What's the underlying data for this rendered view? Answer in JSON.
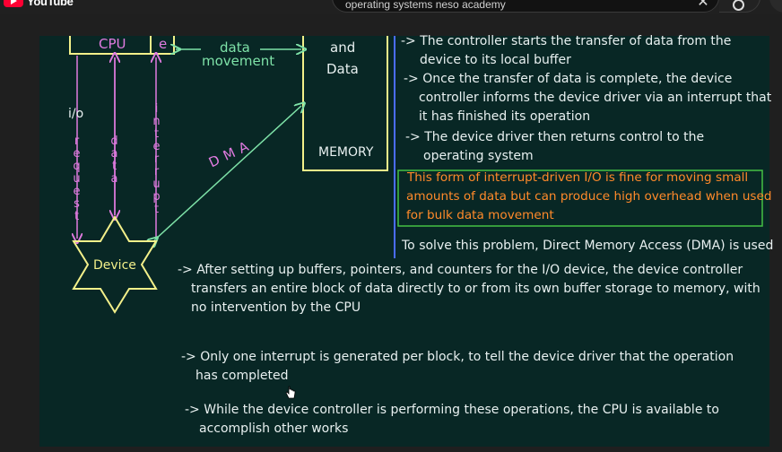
{
  "header": {
    "logo_text": "YouTube",
    "search_value": "operating systems neso academy"
  },
  "diagram": {
    "cpu_label": "CPU",
    "cpu_side_label": "e",
    "data_movement_1": "data",
    "data_movement_2": "movement",
    "memory_top_1": "and",
    "memory_top_2": "Data",
    "memory_label": "MEMORY",
    "io_label": "i/o",
    "request_label": "request",
    "data_label": "data",
    "interrupt_label": "interrupt",
    "dma_label": "DMA",
    "device_label": "Device"
  },
  "notes": {
    "line1a": "-> The controller starts the transfer of data from the",
    "line1b": "device to its local buffer",
    "line2a": "-> Once the transfer of data is complete, the device",
    "line2b": "controller informs the device driver via an interrupt that",
    "line2c": "it has finished its operation",
    "line3a": "-> The device driver then returns control to the",
    "line3b": "operating system",
    "box1": "This form of interrupt-driven I/O is fine for moving small",
    "box2": "amounts of data but can produce high overhead when used",
    "box3": "for bulk data movement",
    "solve": "To solve this problem, Direct Memory Access (DMA) is used"
  },
  "bullets": {
    "b1a": "-> After setting up buffers, pointers, and counters for the I/O device, the device controller",
    "b1b": "transfers an entire block of data directly to or from its own buffer storage to memory, with",
    "b1c": "no intervention by the CPU",
    "b2a": "-> Only one interrupt is generated per block, to tell the device driver that the operation",
    "b2b": "has completed",
    "b3a": "-> While the device controller is performing these operations, the CPU is available to",
    "b3b": "accomplish other works"
  },
  "colors": {
    "slide_bg": "#082725",
    "diagram_yellow": "#f3f08a",
    "diagram_green": "#7ee2a8",
    "diagram_pink": "#e07be0",
    "note_orange": "#ff8a2a",
    "box_green": "#44c044",
    "divider_blue": "#4a6cff"
  }
}
